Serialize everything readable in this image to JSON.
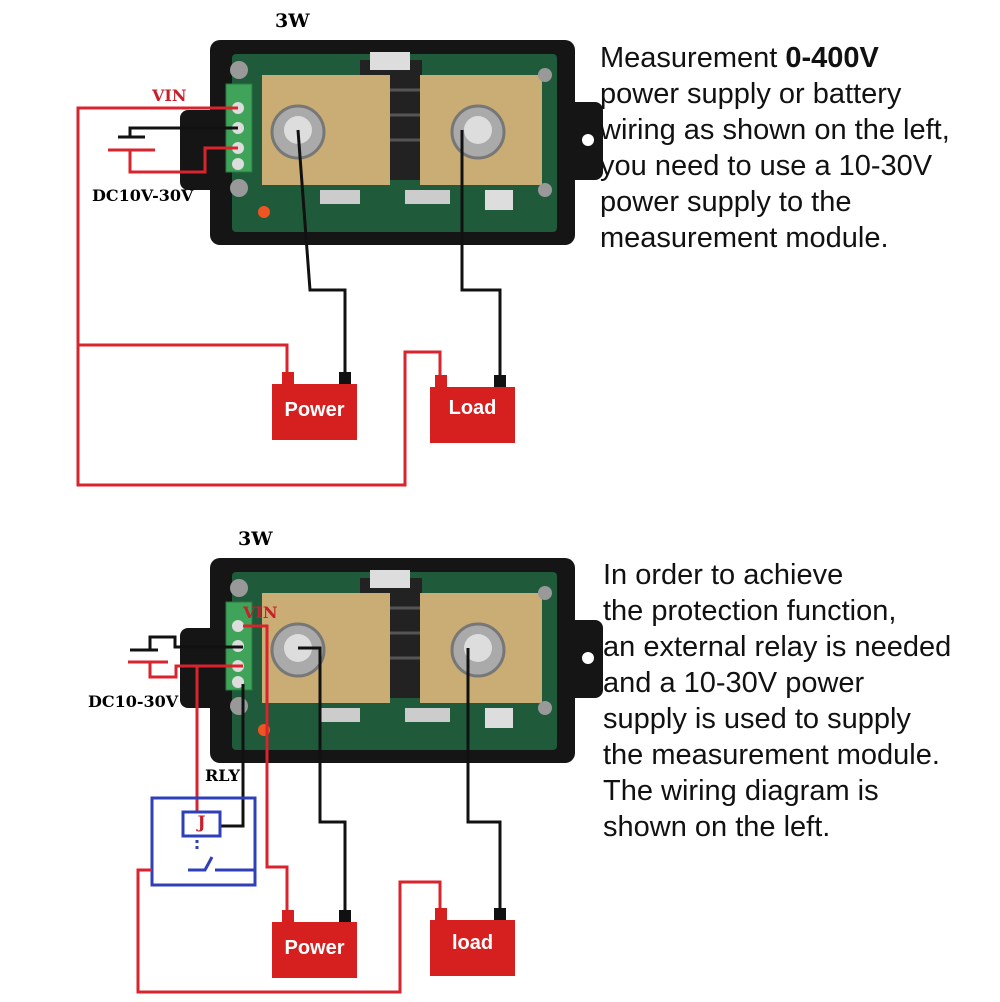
{
  "colors": {
    "wire_positive": "#d9232d",
    "wire_negative": "#111111",
    "relay": "#2f3fb8",
    "terminal_box": "#d62020",
    "pcb": "#1f5a3a",
    "shunt_plate": "#c9ad74",
    "enclosure": "#151515"
  },
  "top": {
    "power_label": "3W",
    "vin_label": "VIN",
    "supply_label": "DC10V-30V",
    "power_box": "Power",
    "load_box": "Load",
    "plus": "+",
    "minus": "−",
    "description": {
      "line1_prefix": "Measurement ",
      "line1_bold": "0-400V",
      "lines": [
        "power supply or battery",
        "wiring as shown on the left,",
        "you need to use a 10-30V",
        "power supply to the",
        "measurement module."
      ]
    }
  },
  "bottom": {
    "power_label": "3W",
    "vin_label": "VIN",
    "supply_label": "DC10-30V",
    "relay_label": "RLY",
    "relay_coil": "J",
    "power_box": "Power",
    "load_box": "load",
    "plus": "+",
    "minus": "−",
    "description": {
      "lines": [
        "In order to achieve",
        "the protection function,",
        "an external relay is needed",
        "and a 10-30V power",
        "supply is used to supply",
        "the measurement module.",
        "The wiring diagram is",
        "shown on the left."
      ]
    }
  }
}
